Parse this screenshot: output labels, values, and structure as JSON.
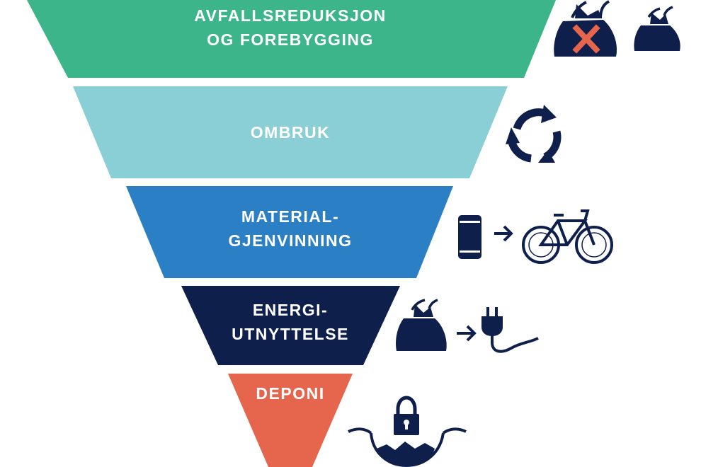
{
  "pyramid": {
    "levels": [
      {
        "line1": "AVFALLSREDUKSJON",
        "line2": "OG FOREBYGGING",
        "color": "#3db58a"
      },
      {
        "line1": "OMBRUK",
        "line2": "",
        "color": "#8bcfd6"
      },
      {
        "line1": "MATERIAL-",
        "line2": "GJENVINNING",
        "color": "#2b7fc4"
      },
      {
        "line1": "ENERGI-",
        "line2": "UTNYTTELSE",
        "color": "#0f1f4b"
      },
      {
        "line1": "DEPONI",
        "line2": "",
        "color": "#e5654d"
      }
    ]
  },
  "icons": {
    "level1": [
      "crossed-out-trash-bag-icon",
      "trash-bag-icon"
    ],
    "level2": [
      "recycle-arrows-icon"
    ],
    "level3": [
      "can-icon",
      "arrow-right-icon",
      "bicycle-icon"
    ],
    "level4": [
      "trash-bag-icon",
      "arrow-right-icon",
      "power-plug-icon"
    ],
    "level5": [
      "padlock-icon",
      "landfill-pit-icon"
    ],
    "icon_color": "#0f1f4b",
    "cross_color": "#e5654d"
  }
}
